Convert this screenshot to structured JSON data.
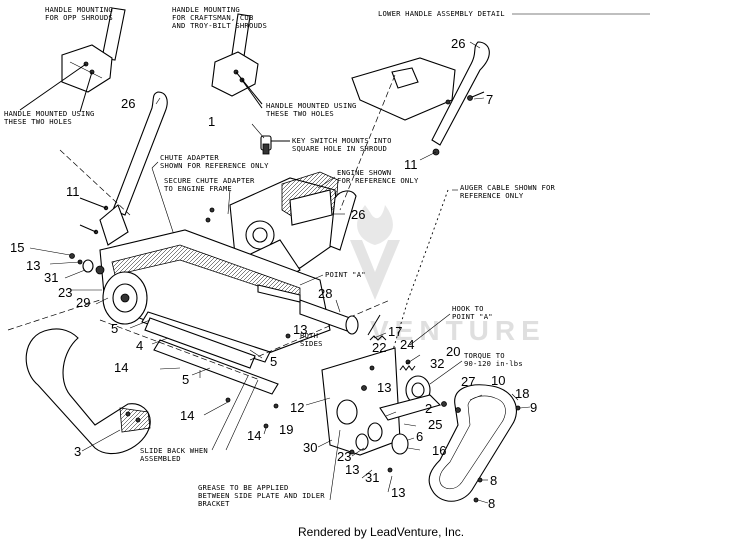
{
  "notes": {
    "handle_opp_1": "HANDLE MOUNTING",
    "handle_opp_2": "FOR OPP SHROUDS",
    "handle_csm_1": "HANDLE MOUNTING",
    "handle_csm_2": "FOR CRAFTSMAN, CUB",
    "handle_csm_3": "AND TROY-BILT SHROUDS",
    "lower_detail": "LOWER HANDLE ASSEMBLY DETAIL",
    "mounted_left_1": "HANDLE MOUNTED USING",
    "mounted_left_2": "THESE TWO HOLES",
    "mounted_mid_1": "HANDLE MOUNTED USING",
    "mounted_mid_2": "THESE TWO HOLES",
    "key_1": "KEY SWITCH MOUNTS INTO",
    "key_2": "SQUARE HOLE IN SHROUD",
    "chute_1": "CHUTE ADAPTER",
    "chute_2": "SHOWN FOR REFERENCE ONLY",
    "secure_1": "SECURE CHUTE ADAPTER",
    "secure_2": "TO ENGINE FRAME",
    "engine_1": "ENGINE SHOWN",
    "engine_2": "FOR REFERENCE ONLY",
    "auger_1": "AUGER CABLE SHOWN FOR",
    "auger_2": "REFERENCE ONLY",
    "point_a": "POINT \"A\"",
    "hook_1": "HOOK TO",
    "hook_2": "POINT \"A\"",
    "both_1": "BOTH",
    "both_2": "SIDES",
    "torque_1": "TORQUE TO",
    "torque_2": "90-120 in-lbs",
    "slide_1": "SLIDE BACK WHEN",
    "slide_2": "ASSEMBLED",
    "grease_1": "GREASE TO BE APPLIED",
    "grease_2": "BETWEEN SIDE PLATE AND IDLER",
    "grease_3": "BRACKET"
  },
  "callouts": {
    "c26a": "26",
    "c26b": "26",
    "c26c": "26",
    "c7": "7",
    "c11a": "11",
    "c11b": "11",
    "c1": "1",
    "c15": "15",
    "c13a": "13",
    "c31a": "31",
    "c23a": "23",
    "c29": "29",
    "c5a": "5",
    "c4": "4",
    "c14a": "14",
    "c5b": "5",
    "c5c": "5",
    "c14b": "14",
    "c14c": "14",
    "c19": "19",
    "c3": "3",
    "c28": "28",
    "c13b": "13",
    "c17": "17",
    "c22": "22",
    "c24": "24",
    "c20": "20",
    "c32": "32",
    "c10": "10",
    "c27": "27",
    "c18": "18",
    "c9": "9",
    "c12": "12",
    "c13c": "13",
    "c2": "2",
    "c25": "25",
    "c6": "6",
    "c16": "16",
    "c30": "30",
    "c23b": "23",
    "c13d": "13",
    "c31b": "31",
    "c13e": "13",
    "c8a": "8",
    "c8b": "8"
  },
  "watermark": "VENTURE",
  "footer": "Rendered by LeadVenture, Inc."
}
